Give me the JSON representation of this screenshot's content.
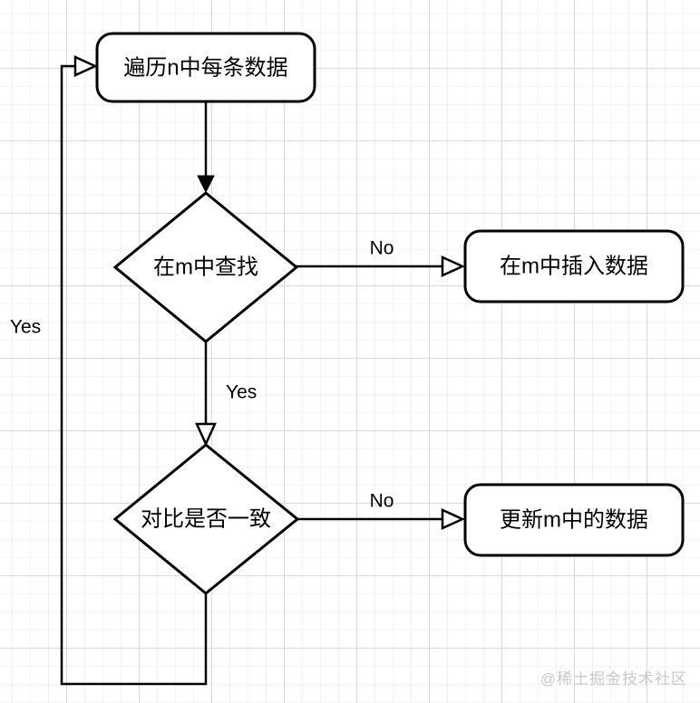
{
  "diagram": {
    "type": "flowchart",
    "nodes": [
      {
        "id": "iterate",
        "type": "process",
        "label": "遍历n中每条数据"
      },
      {
        "id": "search",
        "type": "decision",
        "label": "在m中查找"
      },
      {
        "id": "insert",
        "type": "process",
        "label": "在m中插入数据"
      },
      {
        "id": "compare",
        "type": "decision",
        "label": "对比是否一致"
      },
      {
        "id": "update",
        "type": "process",
        "label": "更新m中的数据"
      }
    ],
    "edges": [
      {
        "from": "iterate",
        "to": "search",
        "label": ""
      },
      {
        "from": "search",
        "to": "insert",
        "label": "No"
      },
      {
        "from": "search",
        "to": "compare",
        "label": "Yes"
      },
      {
        "from": "compare",
        "to": "update",
        "label": "No"
      },
      {
        "from": "compare",
        "to": "iterate",
        "label": "Yes"
      }
    ],
    "colors": {
      "stroke": "#000000",
      "shape_fill": "#ffffff",
      "grid_minor": "#f4f4f4",
      "grid_major": "#d8d8d8",
      "watermark": "#c8c8c8"
    }
  },
  "watermark": {
    "text": "@稀土掘金技术社区"
  }
}
